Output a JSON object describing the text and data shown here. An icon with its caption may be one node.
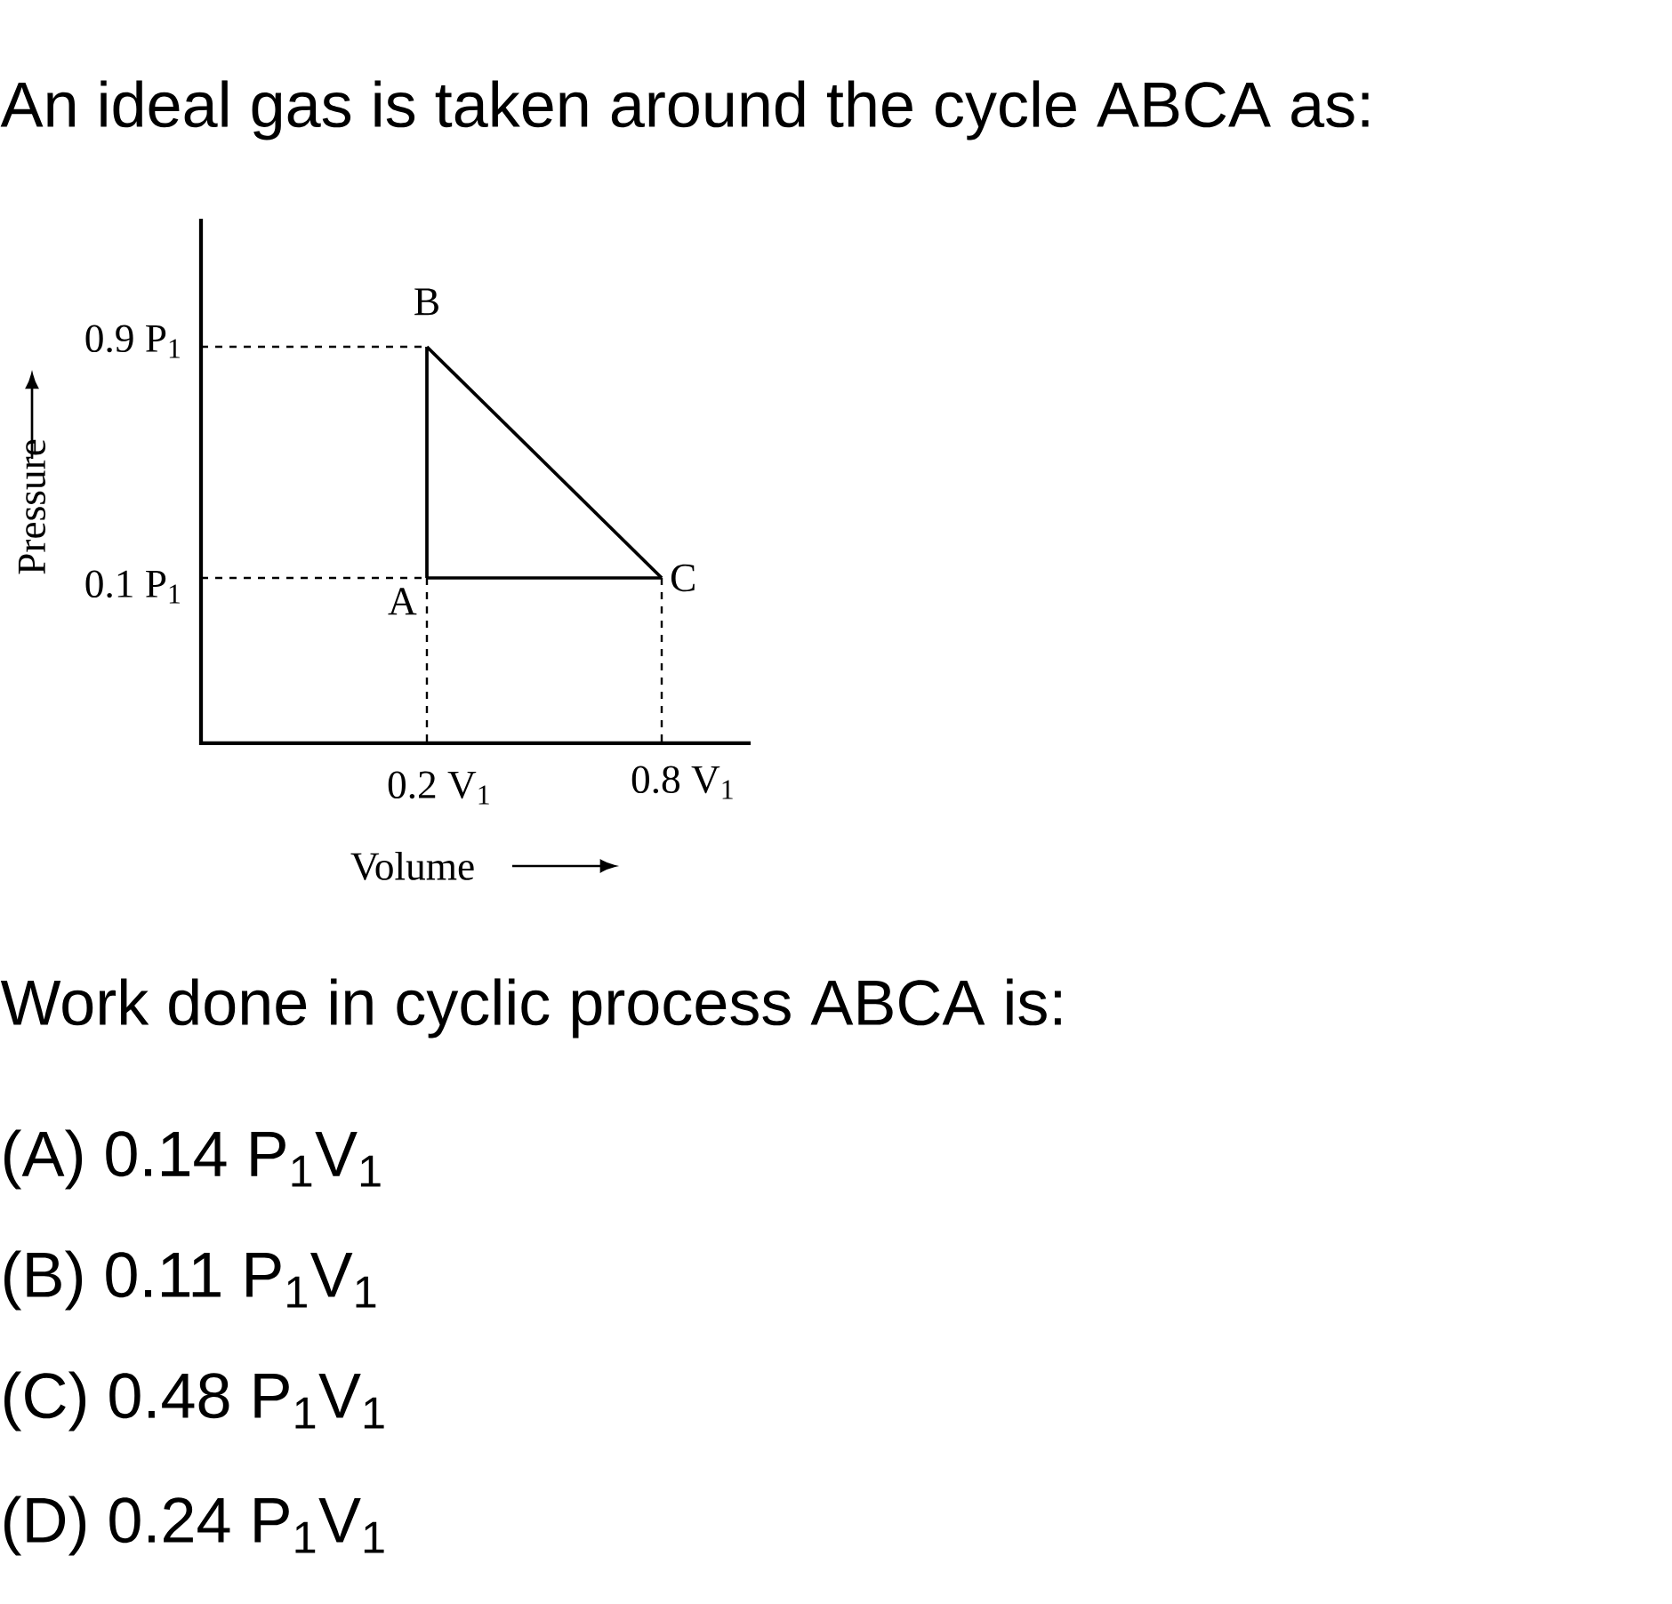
{
  "diagram": {
    "title": "An ideal gas is taken around the cycle ABCA as:",
    "nodes": [
      {
        "text": [
          "A"
        ]
      },
      {
        "text": [
          "B"
        ]
      },
      {
        "text": [
          "C"
        ]
      }
    ],
    "edges": [
      {
        "from": 0,
        "to": 1,
        "arrow": "none"
      },
      {
        "from": 1,
        "to": 2,
        "arrow": "none"
      },
      {
        "from": 2,
        "to": 0,
        "arrow": "none"
      }
    ],
    "labels": [
      "0.9 P$_{1}$",
      "0.1 P$_{1}$",
      "0.2 V$_{1}$",
      "0.8 V$_{1}$",
      "Volume",
      "Pressure",
      "Work done in cyclic process ABCA is:",
      "(A) 0.14 P$_{1}$V$_{1}$",
      "(B) 0.11 P$_{1}$V$_{1}$",
      "(C) 0.48 P$_{1}$V$_{1}$",
      "(D) 0.24 P$_{1}$V$_{1}$"
    ]
  }
}
